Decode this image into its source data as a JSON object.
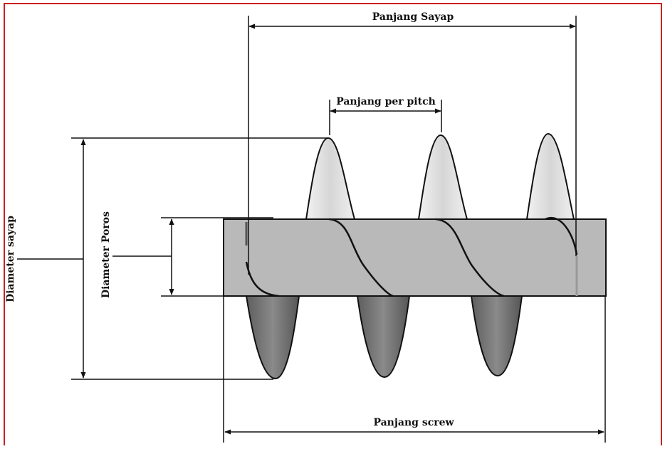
{
  "colors": {
    "frame": "#cc1f1f",
    "line": "#111111",
    "shaft_fill": "#b9b9b9",
    "flight_top_fill": "#dedede",
    "flight_bottom_fill": "#7a7a7a"
  },
  "labels": {
    "panjang_sayap": "Panjang Sayap",
    "panjang_per_pitch": "Panjang per pitch",
    "diameter_sayap": "Diameter sayap",
    "diameter_poros": "Diameter Poros",
    "panjang_screw": "Panjang screw"
  }
}
